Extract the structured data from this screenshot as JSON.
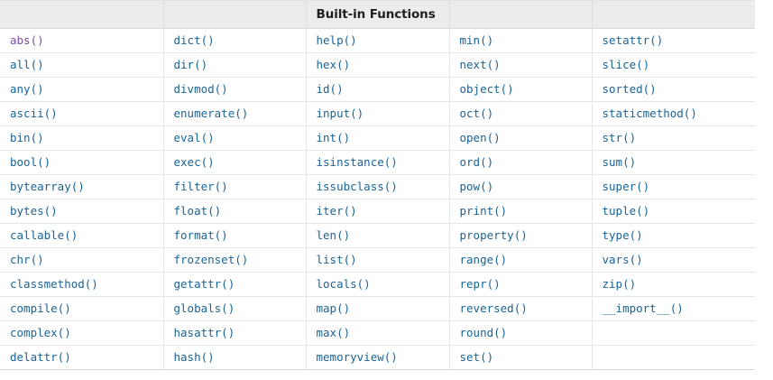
{
  "page": {
    "background_color": "#ffffff",
    "link_color": "#1a6496",
    "visited_link_color": "#7b4f9e",
    "header_background_color": "#ececec",
    "border_color": "#e6e6e6"
  },
  "table": {
    "title": "Built-in Functions",
    "title_column_index": 2,
    "header_cells": [
      "",
      "",
      "Built-in Functions",
      "",
      ""
    ],
    "columns": 5,
    "rows": [
      [
        "abs()",
        "dict()",
        "help()",
        "min()",
        "setattr()"
      ],
      [
        "all()",
        "dir()",
        "hex()",
        "next()",
        "slice()"
      ],
      [
        "any()",
        "divmod()",
        "id()",
        "object()",
        "sorted()"
      ],
      [
        "ascii()",
        "enumerate()",
        "input()",
        "oct()",
        "staticmethod()"
      ],
      [
        "bin()",
        "eval()",
        "int()",
        "open()",
        "str()"
      ],
      [
        "bool()",
        "exec()",
        "isinstance()",
        "ord()",
        "sum()"
      ],
      [
        "bytearray()",
        "filter()",
        "issubclass()",
        "pow()",
        "super()"
      ],
      [
        "bytes()",
        "float()",
        "iter()",
        "print()",
        "tuple()"
      ],
      [
        "callable()",
        "format()",
        "len()",
        "property()",
        "type()"
      ],
      [
        "chr()",
        "frozenset()",
        "list()",
        "range()",
        "vars()"
      ],
      [
        "classmethod()",
        "getattr()",
        "locals()",
        "repr()",
        "zip()"
      ],
      [
        "compile()",
        "globals()",
        "map()",
        "reversed()",
        "__import__()"
      ],
      [
        "complex()",
        "hasattr()",
        "max()",
        "round()",
        ""
      ],
      [
        "delattr()",
        "hash()",
        "memoryview()",
        "set()",
        ""
      ]
    ],
    "visited_cells": [
      [
        0,
        0
      ]
    ]
  }
}
